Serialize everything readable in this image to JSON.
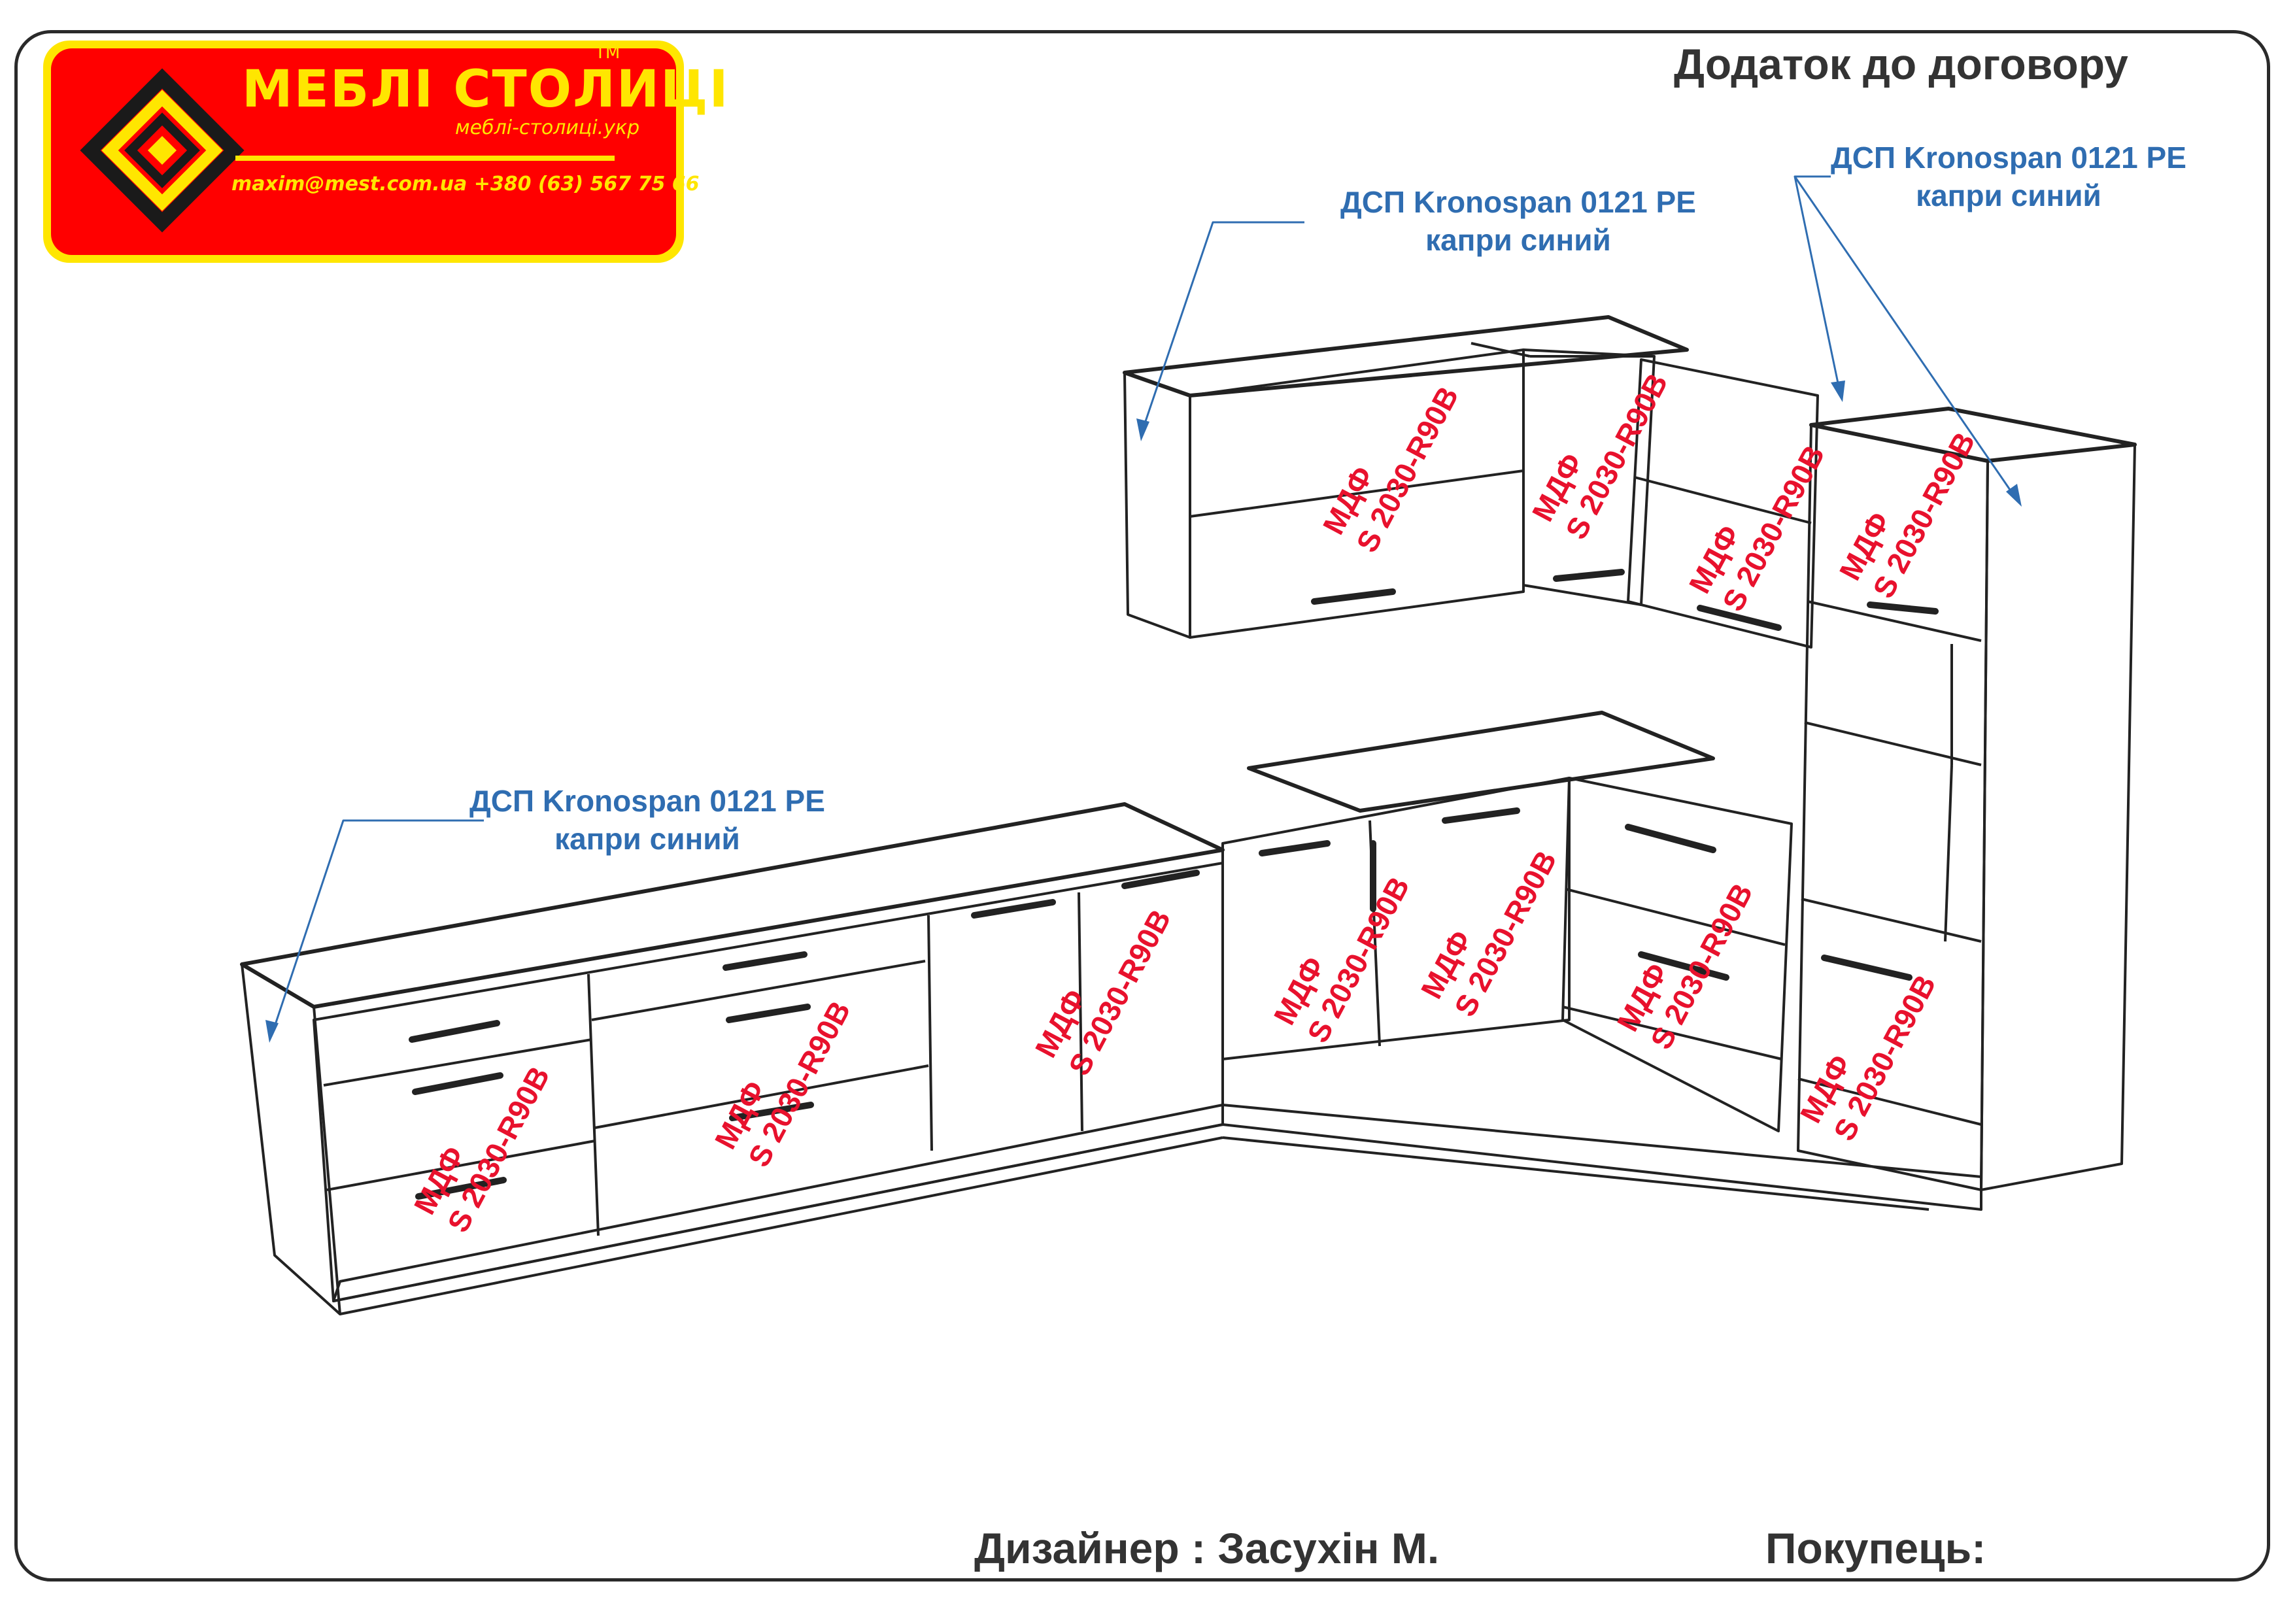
{
  "header": {
    "title": "Додаток до договору"
  },
  "logo": {
    "brand": "МЕБЛІ СТОЛИЦІ",
    "tm": "TM",
    "site": "меблі-столиці.укр",
    "contacts": "maxim@mest.com.ua  +380 (63) 567 75 66",
    "colors": {
      "background": "#ff0000",
      "accent": "#ffe600",
      "mark": "#1a1a1a"
    }
  },
  "annotations": {
    "material_note": {
      "line1": "ДСП Kronospan 0121 PE",
      "line2": "капри синий"
    },
    "facade_label": {
      "line1": "МДФ",
      "line2": "S 2030-R90B"
    },
    "colors": {
      "note": "#2f6db1",
      "facade": "#e8112d"
    }
  },
  "footer": {
    "designer": "Дизайнер : Засухін М.",
    "customer": "Покупець:"
  }
}
